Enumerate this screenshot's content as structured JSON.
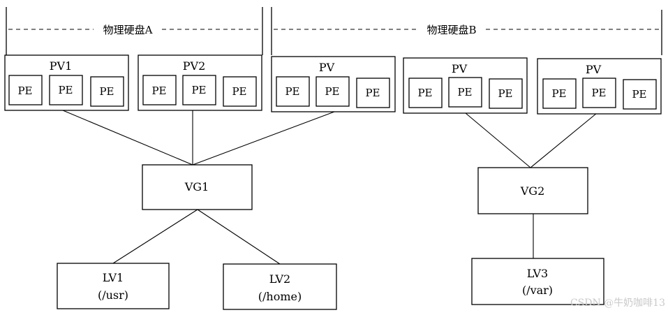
{
  "disks": [
    {
      "label": "物理硬盘A"
    },
    {
      "label": "物理硬盘B"
    }
  ],
  "pvs": [
    {
      "label": "PV1",
      "pes": [
        "PE",
        "PE",
        "PE"
      ]
    },
    {
      "label": "PV2",
      "pes": [
        "PE",
        "PE",
        "PE"
      ]
    },
    {
      "label": "PV",
      "pes": [
        "PE",
        "PE",
        "PE"
      ]
    },
    {
      "label": "PV",
      "pes": [
        "PE",
        "PE",
        "PE"
      ]
    },
    {
      "label": "PV",
      "pes": [
        "PE",
        "PE",
        "PE"
      ]
    }
  ],
  "vgs": [
    {
      "label": "VG1"
    },
    {
      "label": "VG2"
    }
  ],
  "lvs": [
    {
      "label": "LV1",
      "mount": "(/usr)"
    },
    {
      "label": "LV2",
      "mount": "(/home)"
    },
    {
      "label": "LV3",
      "mount": "(/var)"
    }
  ],
  "watermark": "CSDN @牛奶咖啡13",
  "colors": {
    "stroke": "#000000",
    "background": "#ffffff",
    "watermark": "#c9c9c9"
  }
}
